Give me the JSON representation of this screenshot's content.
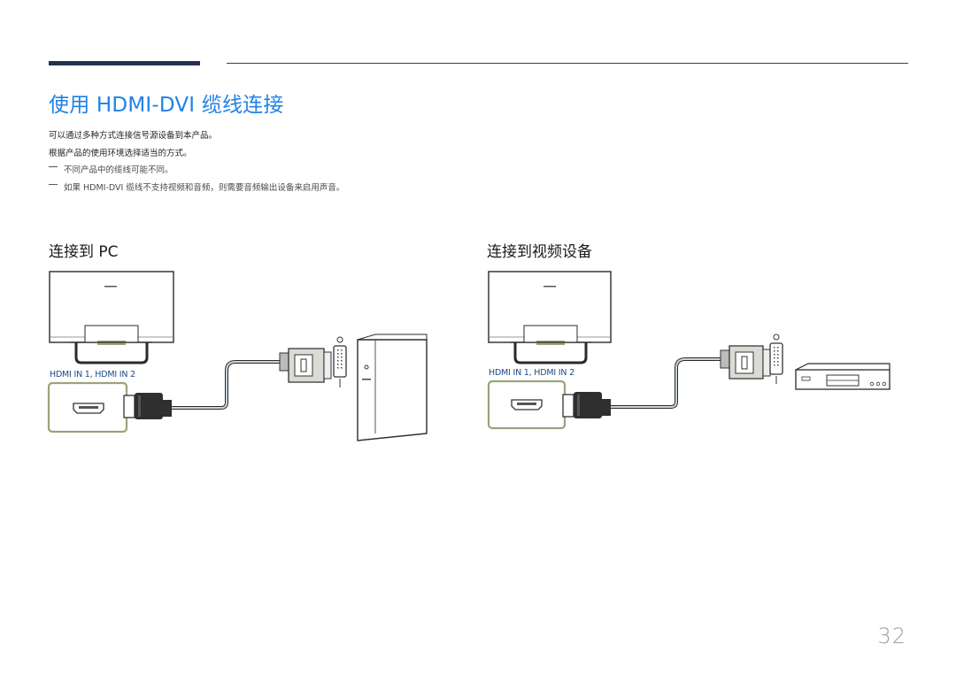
{
  "page": {
    "title": "使用 HDMI-DVI 缆线连接",
    "intro_lines": [
      "可以通过多种方式连接信号源设备到本产品。",
      "根据产品的使用环境选择适当的方式。"
    ],
    "notes": [
      "不同产品中的缆线可能不同。",
      "如果 HDMI-DVI 缆线不支持视频和音频，则需要音频输出设备来启用声音。"
    ],
    "page_number": "32"
  },
  "sections": [
    {
      "title": "连接到 PC",
      "port_label": "HDMI IN 1, HDMI IN 2"
    },
    {
      "title": "连接到视频设备",
      "port_label": "HDMI IN 1, HDMI IN 2"
    }
  ],
  "colors": {
    "title": "#1e82e6",
    "accent_bar": "#263250",
    "port_box": "#9aa37a"
  }
}
